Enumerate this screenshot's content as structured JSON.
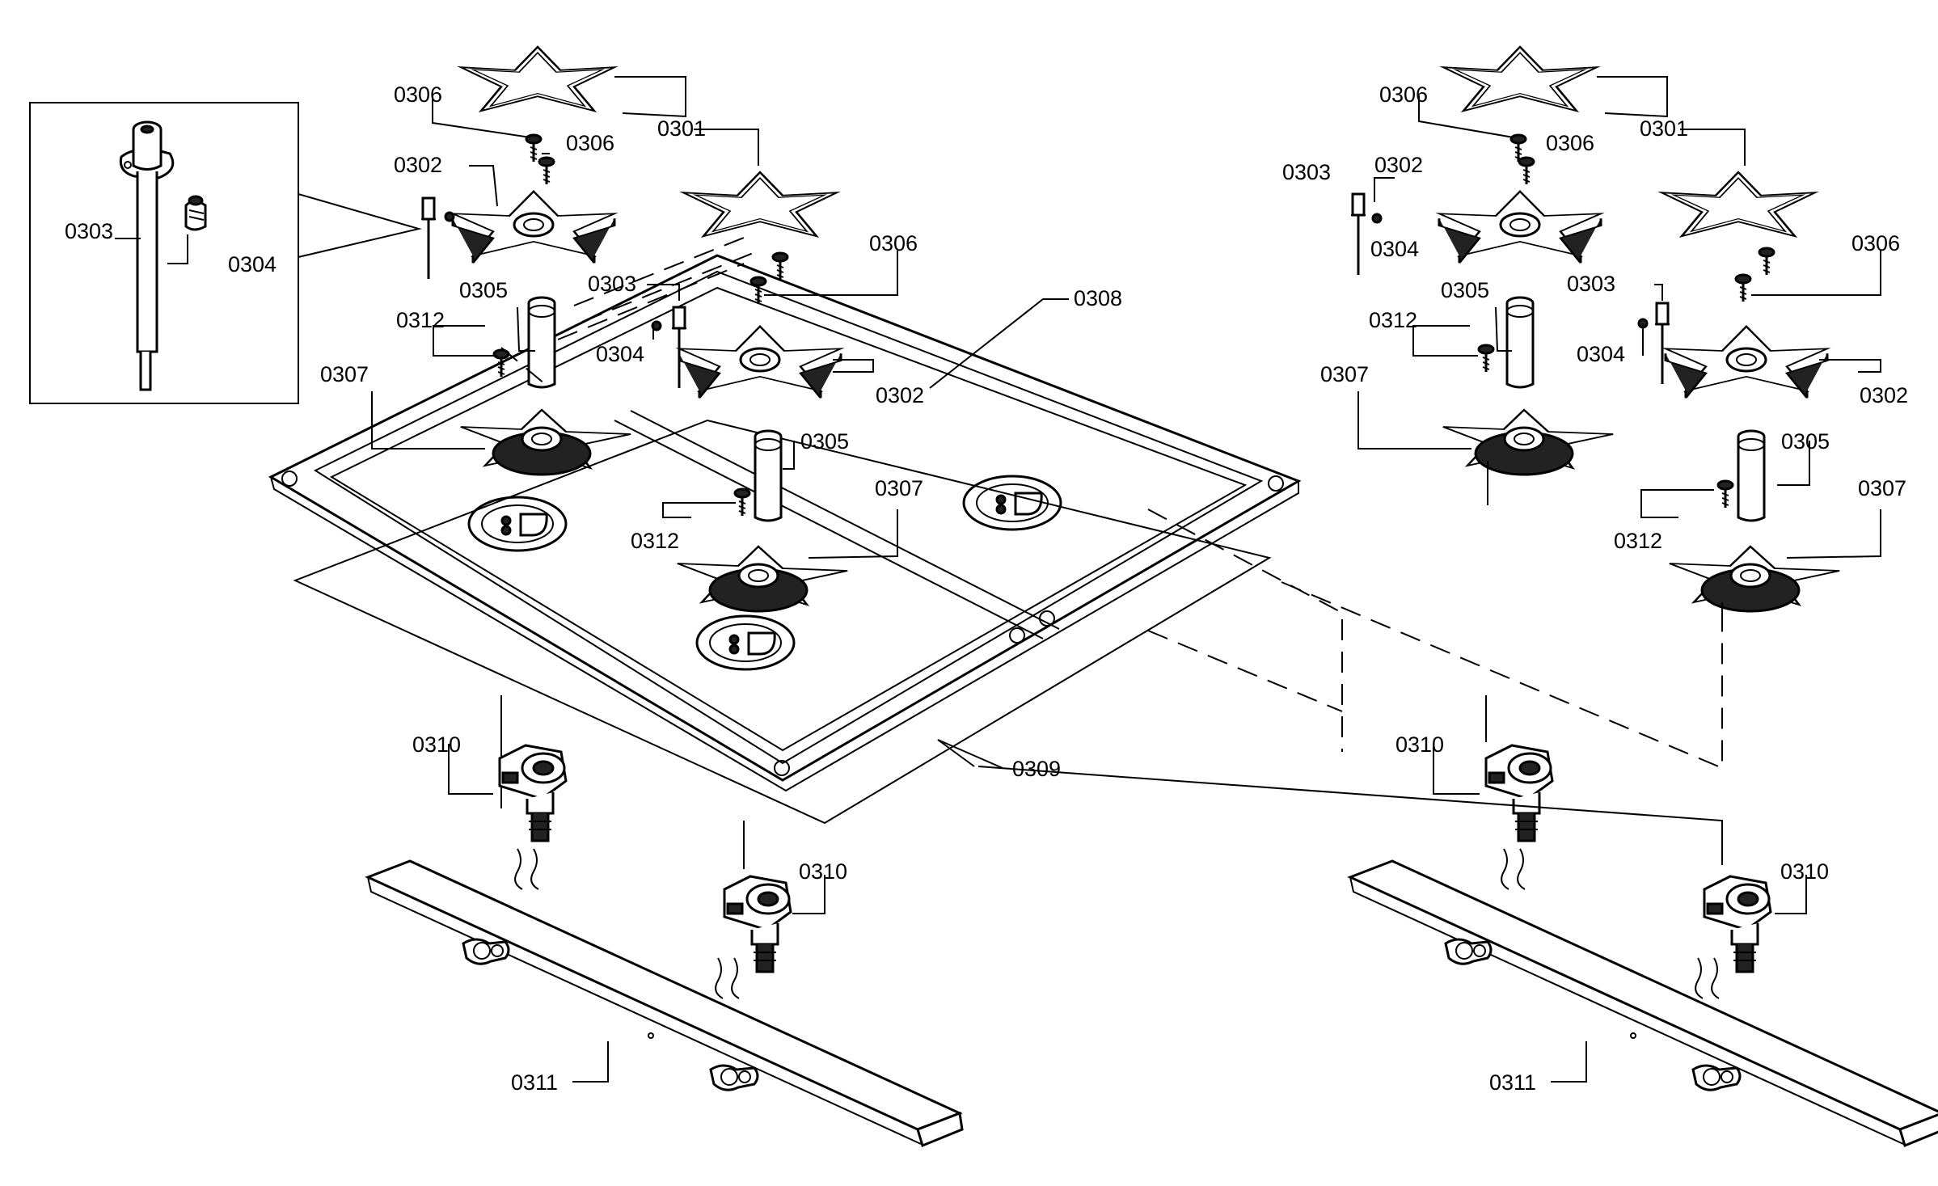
{
  "labels": {
    "p0301": "0301",
    "p0302": "0302",
    "p0303": "0303",
    "p0304": "0304",
    "p0305": "0305",
    "p0306": "0306",
    "p0307": "0307",
    "p0308": "0308",
    "p0309": "0309",
    "p0310": "0310",
    "p0311": "0311",
    "p0312": "0312"
  }
}
